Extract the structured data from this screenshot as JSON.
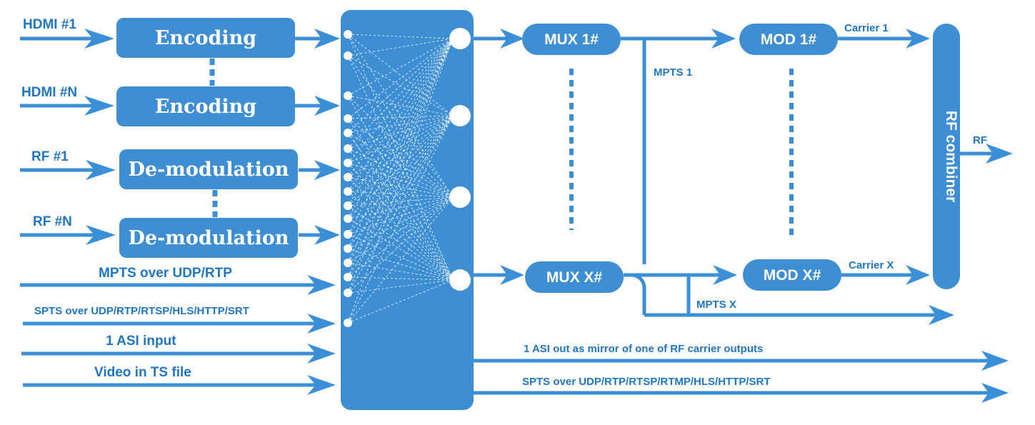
{
  "colors": {
    "primary": "#3a8fd6",
    "box": "#3d8ed3",
    "label": "#1f76c2",
    "inner": "#ffffff"
  },
  "inputs": {
    "hdmi_1": "HDMI #1",
    "hdmi_n": "HDMI #N",
    "rf_1": "RF  #1",
    "rf_n": "RF #N",
    "mpts_udp": "MPTS over UDP/RTP",
    "spts_in": "SPTS over UDP/RTP/RTSP/HLS/HTTP/SRT",
    "asi_in": "1 ASI input",
    "ts_file": "Video in TS file"
  },
  "blocks": {
    "encoding_1": "Encoding",
    "encoding_n": "Encoding",
    "demod_1": "De-modulation",
    "demod_n": "De-modulation",
    "mux_1": "MUX 1#",
    "mux_x": "MUX X#",
    "mod_1": "MOD 1#",
    "mod_x": "MOD X#",
    "rf_combiner": "RF combiner"
  },
  "signals": {
    "mpts_1": "MPTS 1",
    "mpts_x": "MPTS X",
    "carrier_1": "Carrier 1",
    "carrier_x": "Carrier X",
    "rf_out": "RF",
    "asi_out": "1 ASI out as mirror of one of RF carrier outputs",
    "spts_out": "SPTS over UDP/RTP/RTSP/RTMP/HLS/HTTP/SRT"
  }
}
